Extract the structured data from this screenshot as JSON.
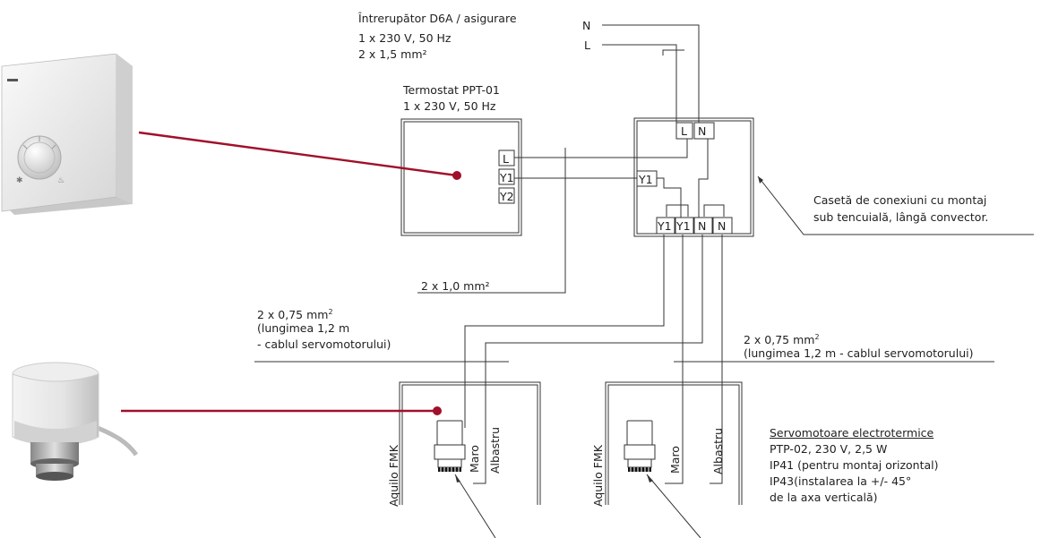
{
  "switch_label": {
    "line1": "Întrerupător D6A / asigurare",
    "line2": "1 x 230 V, 50 Hz",
    "line3": "2 x 1,5 mm²"
  },
  "supply": {
    "n": "N",
    "l": "L"
  },
  "thermostat": {
    "title": "Termostat PPT-01",
    "spec": "1 x 230 V, 50 Hz",
    "terminals": [
      "L",
      "Y1",
      "Y2"
    ]
  },
  "junction_box": {
    "top_terminals": [
      "L",
      "N"
    ],
    "mid_terminal": "Y1",
    "bottom_terminals": [
      "Y1",
      "Y1",
      "N",
      "N"
    ],
    "caption_line1": "Casetă de conexiuni cu montaj",
    "caption_line2": "sub tencuială, lângă convector."
  },
  "cable_thermostat": "2 x 1,0 mm²",
  "cable_left": {
    "line1": "2 x 0,75 mm",
    "sup": "2",
    "line2": "(lungimea 1,2 m",
    "line3": "- cablul servomotorului)"
  },
  "cable_right": {
    "line1": "2 x 0,75 mm",
    "sup": "2",
    "line2": "(lungimea 1,2 m - cablul servomotorului)"
  },
  "units": {
    "name": "Aquilo FMK",
    "wire_brown": "Maro",
    "wire_blue": "Albastru"
  },
  "servo_spec": {
    "title": "Servomotoare electrotermice",
    "line1": "PTP-02, 230 V, 2,5 W",
    "line2": "IP41 (pentru montaj orizontal)",
    "line3": "IP43(instalarea la +/- 45°",
    "line4": "de la axa verticală)"
  },
  "colors": {
    "line": "#333333",
    "pointer": "#a0102a"
  }
}
